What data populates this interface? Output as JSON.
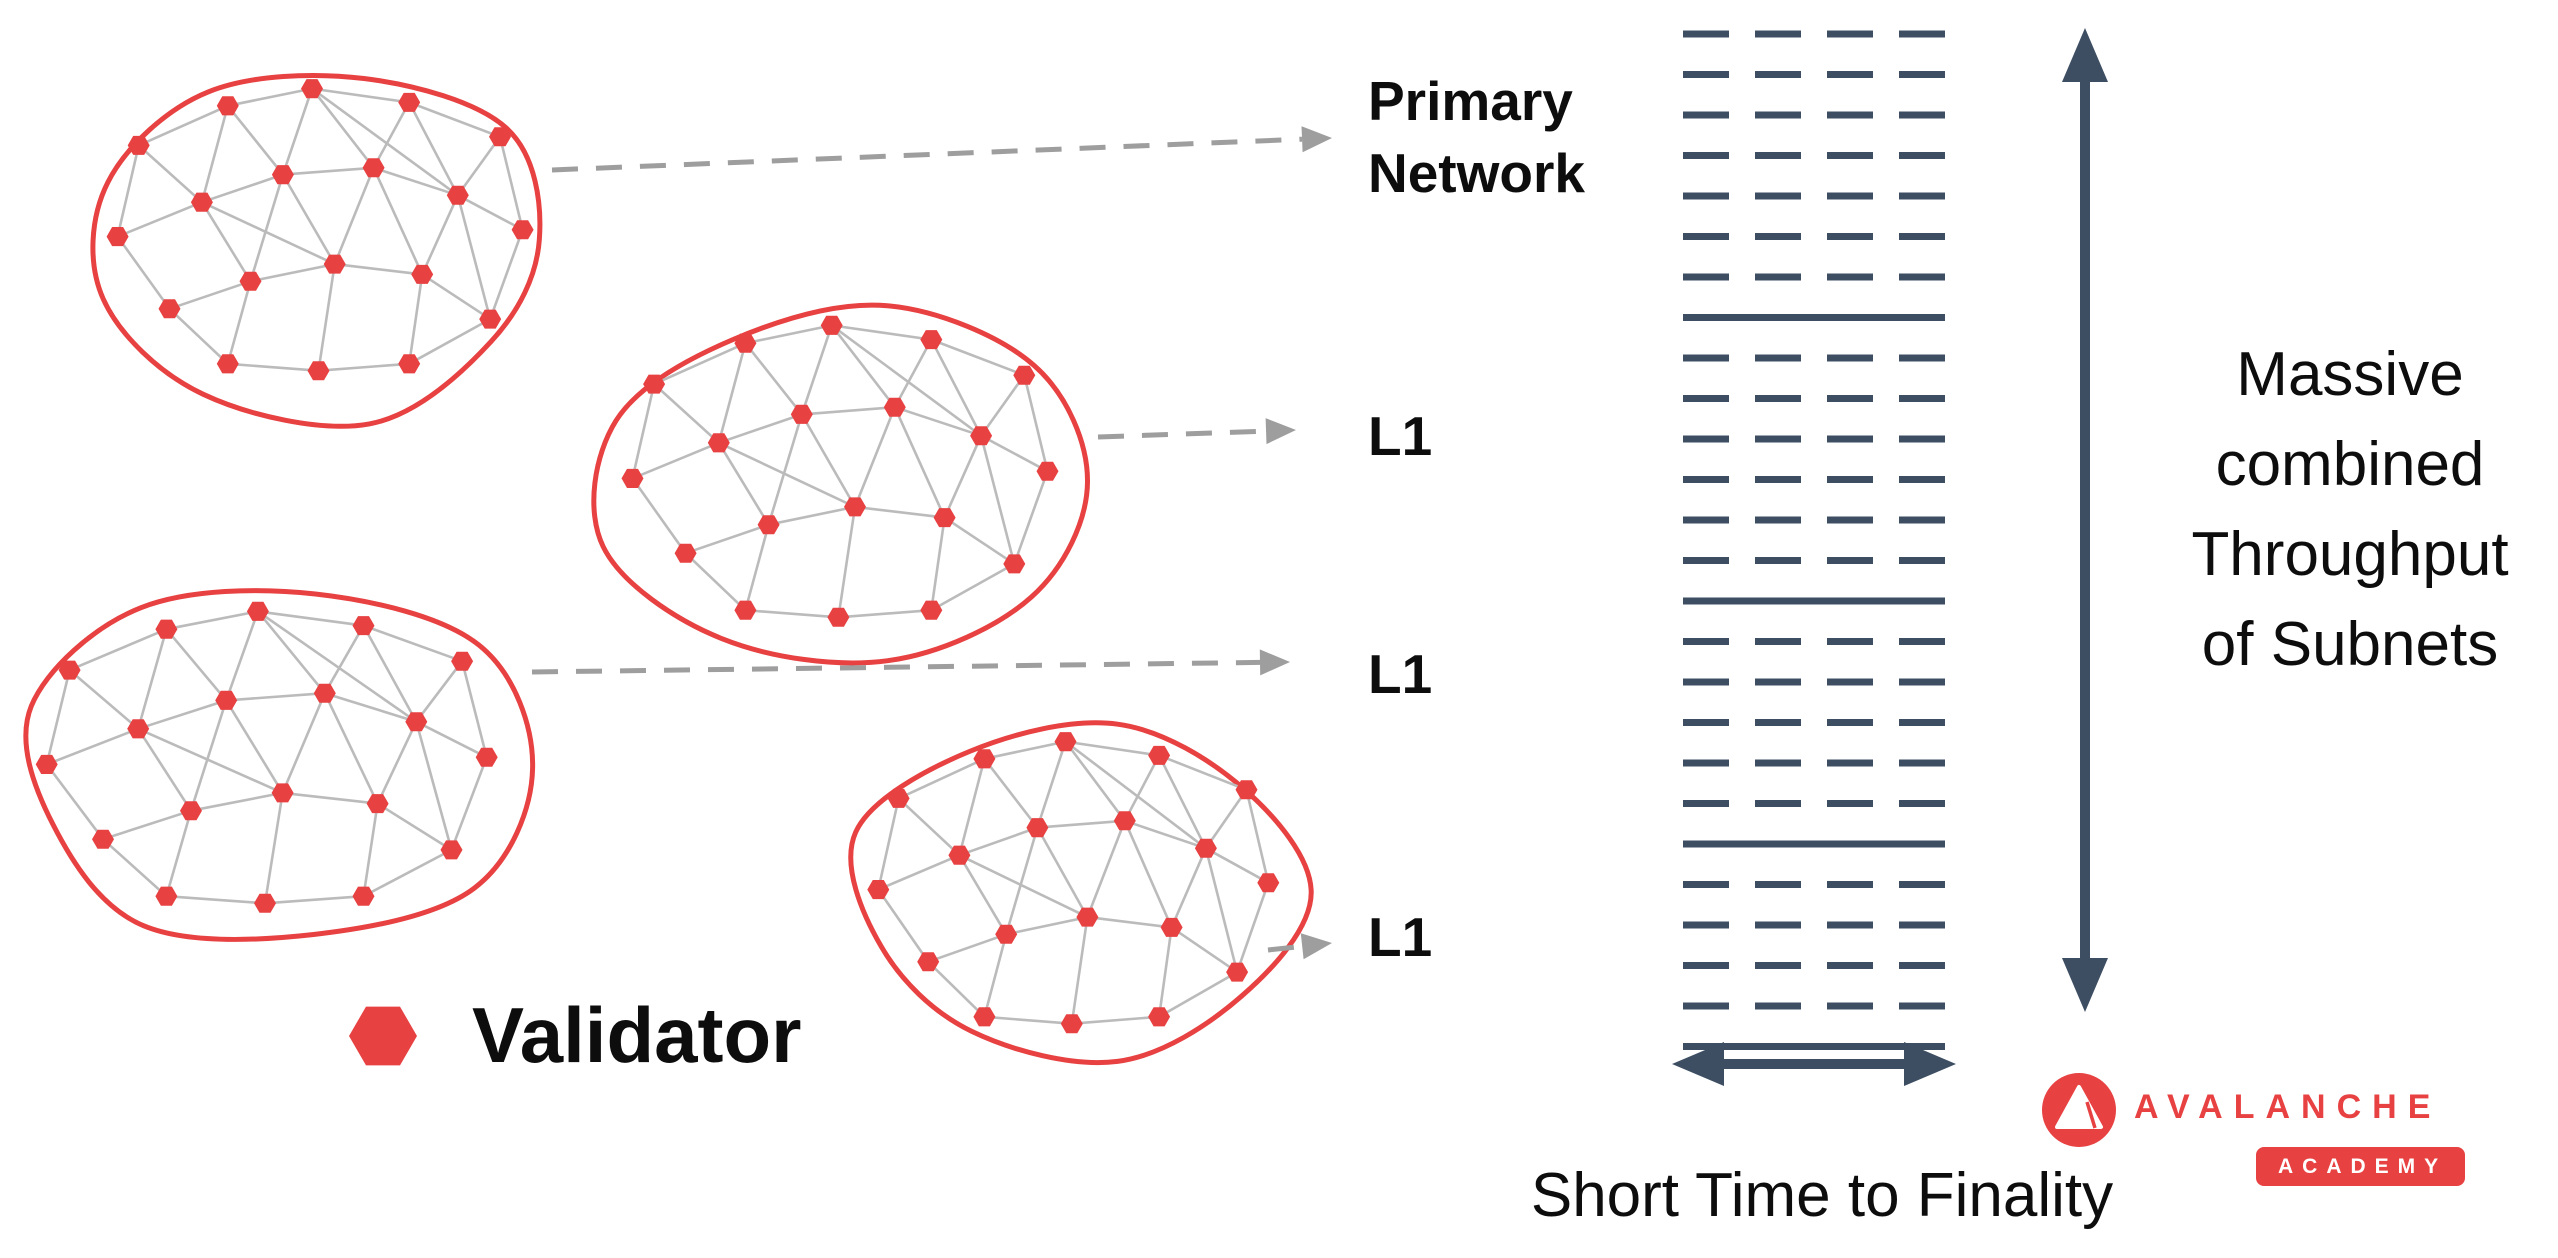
{
  "labels": {
    "primary_network": "Primary Network",
    "l1_labels": [
      "L1",
      "L1",
      "L1"
    ],
    "validator": "Validator",
    "throughput_lines": [
      "Massive",
      "combined",
      "Throughput",
      "of Subnets"
    ],
    "finality": "Short Time to Finality"
  },
  "logo": {
    "brand": "AVALANCHE",
    "academy": "ACADEMY"
  },
  "colors": {
    "red": "#E84142",
    "slate": "#3D4E63",
    "edge_gray": "#BBBBBB",
    "arrow_gray": "#9E9E9E",
    "text": "#111111"
  },
  "block_stack": {
    "rows": [
      "dashed",
      "dashed",
      "dashed",
      "dashed",
      "dashed",
      "dashed",
      "dashed",
      "solid",
      "dashed",
      "dashed",
      "dashed",
      "dashed",
      "dashed",
      "dashed",
      "solid",
      "dashed",
      "dashed",
      "dashed",
      "dashed",
      "dashed",
      "solid",
      "dashed",
      "dashed",
      "dashed",
      "dashed",
      "solid"
    ],
    "dashes_per_row": 4
  },
  "networks": [
    {
      "label": "Primary Network"
    },
    {
      "label": "L1"
    },
    {
      "label": "L1"
    },
    {
      "label": "L1"
    }
  ]
}
